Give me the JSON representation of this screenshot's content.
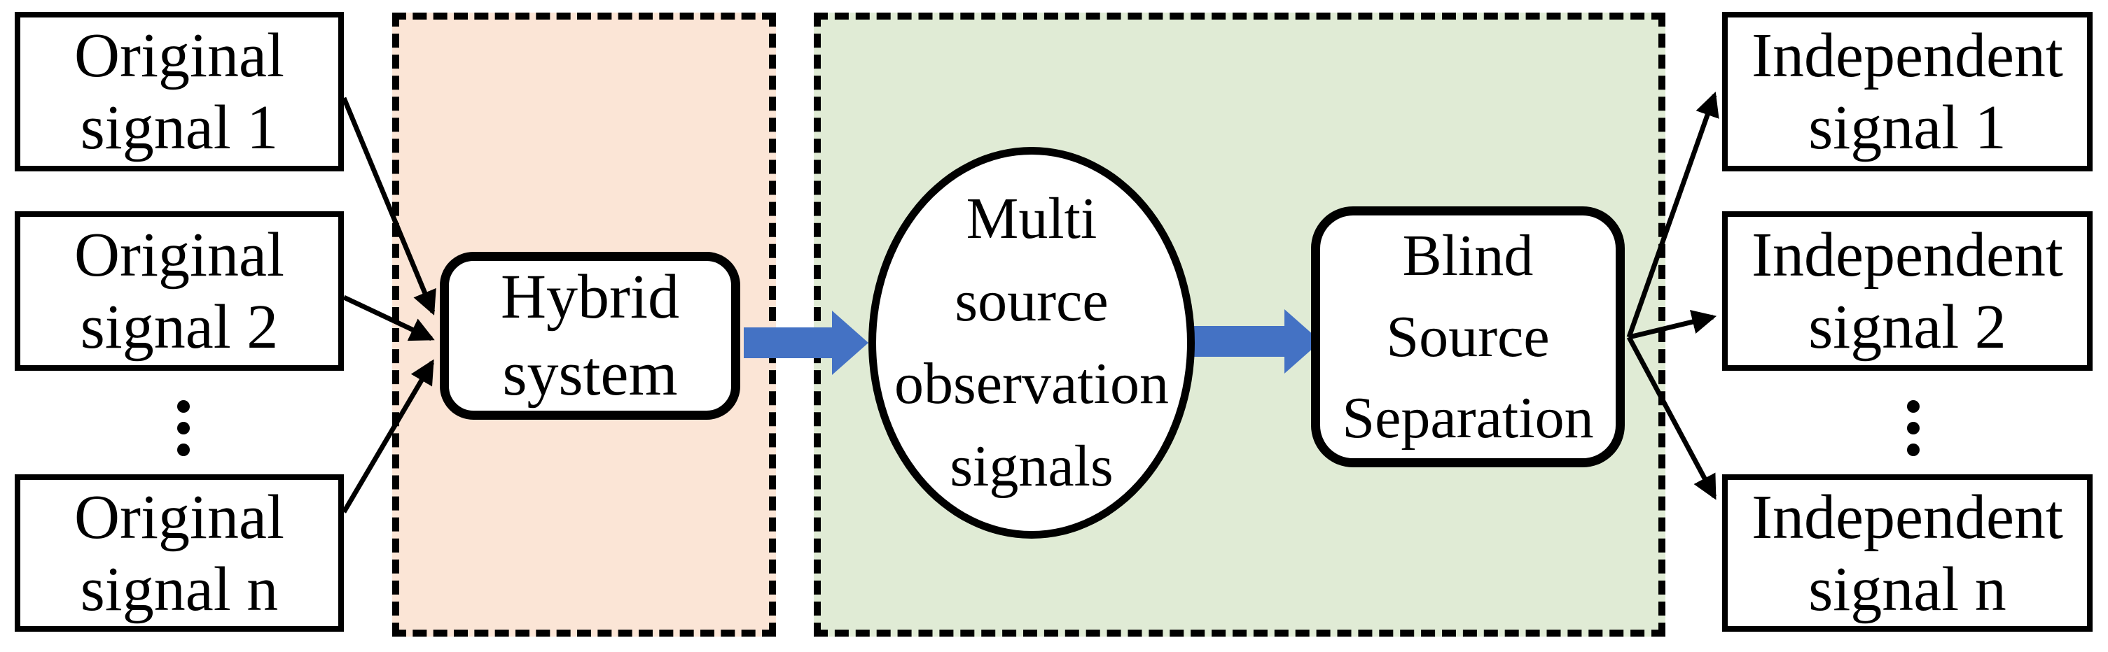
{
  "colors": {
    "peach-fill": "#FBE5D6",
    "green-fill": "#E0EBD5",
    "arrow-blue": "#4472C4",
    "stroke-black": "#000000"
  },
  "nodes": {
    "left": [
      {
        "lines": [
          "Original",
          "signal 1"
        ]
      },
      {
        "lines": [
          "Original",
          "signal 2"
        ]
      },
      {
        "lines": [
          "Original",
          "signal n"
        ]
      }
    ],
    "hybrid": {
      "lines": [
        "Hybrid",
        "system"
      ]
    },
    "observation": {
      "lines": [
        "Multi",
        "source",
        "observation",
        "signals"
      ]
    },
    "bss": {
      "lines": [
        "Blind",
        "Source",
        "Separation"
      ]
    },
    "right": [
      {
        "lines": [
          "Independent",
          "signal 1"
        ]
      },
      {
        "lines": [
          "Independent",
          "signal 2"
        ]
      },
      {
        "lines": [
          "Independent",
          "signal n"
        ]
      }
    ]
  }
}
